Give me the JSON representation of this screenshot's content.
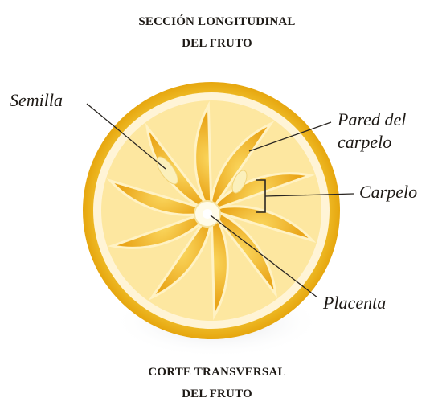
{
  "top_caption": {
    "line1": "SECCIÓN LONGITUDINAL",
    "line2": "DEL FRUTO"
  },
  "bottom_caption": {
    "line1": "CORTE TRANSVERSAL",
    "line2": "DEL FRUTO"
  },
  "labels": {
    "semilla": "Semilla",
    "pared_line1": "Pared del",
    "pared_line2": "carpelo",
    "carpelo": "Carpelo",
    "placenta": "Placenta"
  },
  "colors": {
    "rind": "#f4c21e",
    "pith": "#fff6d8",
    "segment": "#f6c030",
    "segment_dark": "#e8a818",
    "membrane": "#fde9a6"
  }
}
